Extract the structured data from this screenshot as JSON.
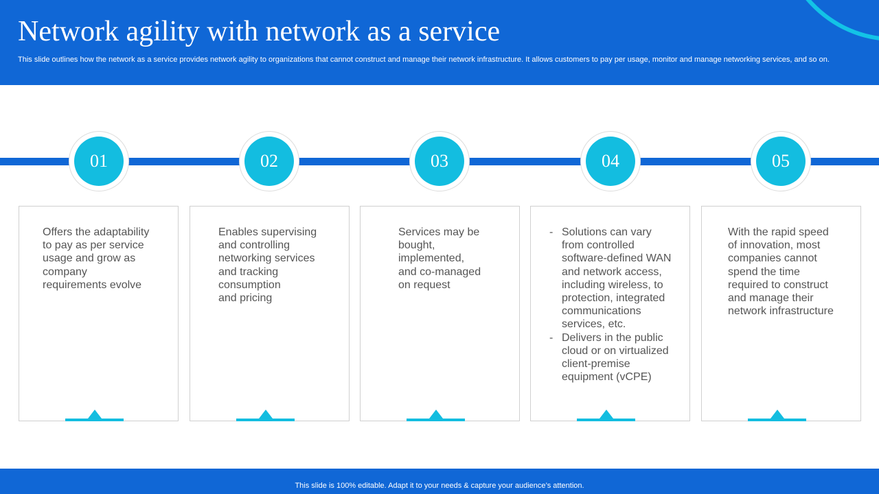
{
  "header": {
    "title": "Network agility with network as a service",
    "subtitle": "This slide outlines how the network as a service provides network agility to organizations that cannot construct and manage their network infrastructure. It allows customers to pay per usage, monitor and manage networking services, and so on."
  },
  "steps": [
    {
      "number": "01",
      "text": "Offers the adaptability\nto pay as per service\nusage and grow as\ncompany\nrequirements evolve"
    },
    {
      "number": "02",
      "text": "Enables supervising\nand controlling\nnetworking services\nand tracking\nconsumption\nand pricing"
    },
    {
      "number": "03",
      "text": "Services may be\nbought,\nimplemented,\nand co-managed\non request"
    },
    {
      "number": "04",
      "bullets": [
        "Solutions can vary\nfrom controlled\nsoftware-defined WAN\nand network access,\nincluding wireless, to\nprotection, integrated\ncommunications\nservices, etc.",
        "Delivers in the public\ncloud or on virtualized\nclient-premise\nequipment (vCPE)"
      ]
    },
    {
      "number": "05",
      "text": "With the rapid speed\nof innovation, most\ncompanies cannot\nspend the time\nrequired to construct\nand manage their\nnetwork infrastructure"
    }
  ],
  "footer": {
    "text": "This slide is 100% editable. Adapt it to your needs & capture your audience’s attention."
  },
  "colors": {
    "primary_blue": "#1067d6",
    "accent_cyan": "#13bde0",
    "body_text": "#555555"
  }
}
